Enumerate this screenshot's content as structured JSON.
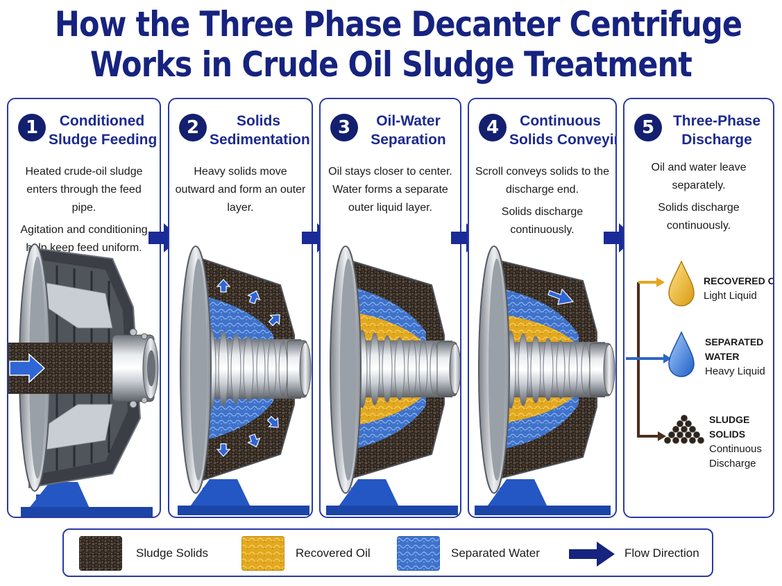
{
  "title": {
    "line1": "How the Three Phase Decanter Centrifuge",
    "line2": "Works in Crude Oil Sludge Treatment"
  },
  "colors": {
    "navy": "#16237f",
    "panel_border": "#2a3aa6",
    "solids": "#2e2620",
    "oil": "#e2a81e",
    "water": "#3f72c9",
    "steel": "#b9bec6",
    "base_blue": "#1f4fb0",
    "oil_line": "#e6a51c",
    "water_line": "#2f66c7",
    "solids_line": "#4a2e1e"
  },
  "steps": [
    {
      "number": "1",
      "title_line1": "Conditioned",
      "title_line2": "Sludge Feeding",
      "paragraphs": [
        "Heated crude-oil sludge enters through the feed pipe.",
        "Agitation and conditioning help keep feed uniform."
      ]
    },
    {
      "number": "2",
      "title_line1": "Solids",
      "title_line2": "Sedimentation",
      "paragraphs": [
        "Heavy solids move outward and form an outer layer."
      ]
    },
    {
      "number": "3",
      "title_line1": "Oil-Water",
      "title_line2": "Separation",
      "paragraphs": [
        "Oil stays closer to center. Water forms a separate outer liquid layer."
      ]
    },
    {
      "number": "4",
      "title_line1": "Continuous",
      "title_line2": "Solids Conveying",
      "paragraphs": [
        "Scroll conveys solids to the discharge end.",
        "Solids discharge continuously."
      ]
    },
    {
      "number": "5",
      "title_line1": "Three-Phase",
      "title_line2": "Discharge",
      "paragraphs": [
        "Oil and water leave separately.",
        "Solids discharge continuously."
      ]
    }
  ],
  "outputs": [
    {
      "name": "RECOVERED OIL",
      "sub": "Light Liquid",
      "icon": "oil-drop-icon"
    },
    {
      "name_line1": "SEPARATED",
      "name_line2": "WATER",
      "sub": "Heavy Liquid",
      "icon": "water-drop-icon"
    },
    {
      "name_line1": "SLUDGE",
      "name_line2": "SOLIDS",
      "sub_line1": "Continuous",
      "sub_line2": "Discharge",
      "icon": "solids-pile-icon"
    }
  ],
  "legend": [
    {
      "label": "Sludge Solids",
      "icon": "sludge-swatch"
    },
    {
      "label": "Recovered Oil",
      "icon": "oil-swatch"
    },
    {
      "label": "Separated Water",
      "icon": "water-swatch"
    },
    {
      "label": "Flow Direction",
      "icon": "flow-arrow-icon"
    }
  ]
}
